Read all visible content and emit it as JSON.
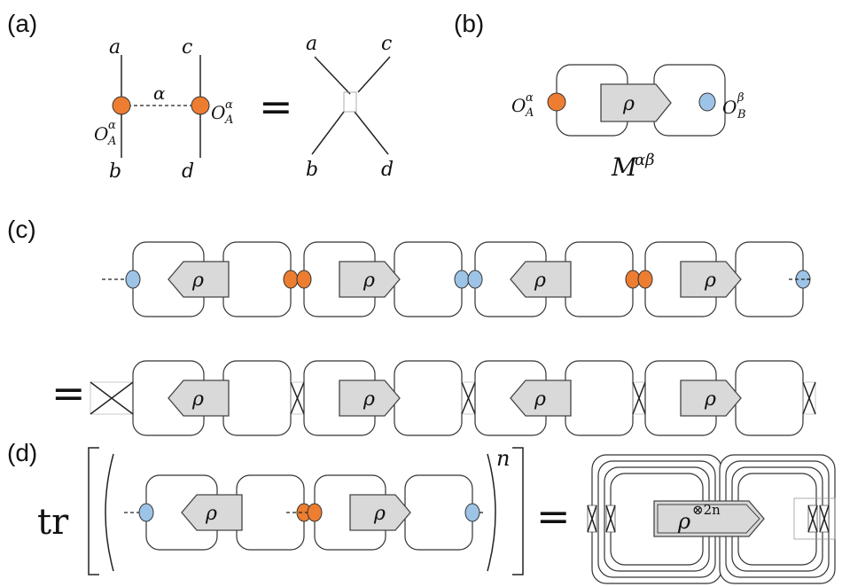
{
  "panels": {
    "a": "(a)",
    "b": "(b)",
    "c": "(c)",
    "d": "(d)"
  },
  "labels": {
    "leg_a": "a",
    "leg_b": "b",
    "leg_c": "c",
    "leg_d": "d",
    "alpha": "α",
    "rho": "ρ",
    "O": "O",
    "sub_A": "A",
    "sub_B": "B",
    "sup_alpha": "α",
    "sup_beta": "β",
    "M": "M",
    "M_sup": "αβ",
    "equals": "=",
    "tr": "tr",
    "n": "n",
    "rho_tensor_sup": "⊗2n"
  },
  "colors": {
    "orange_node": "#ed7d31",
    "blue_node": "#9dc3e6",
    "rho_fill": "#d9d9d9"
  }
}
